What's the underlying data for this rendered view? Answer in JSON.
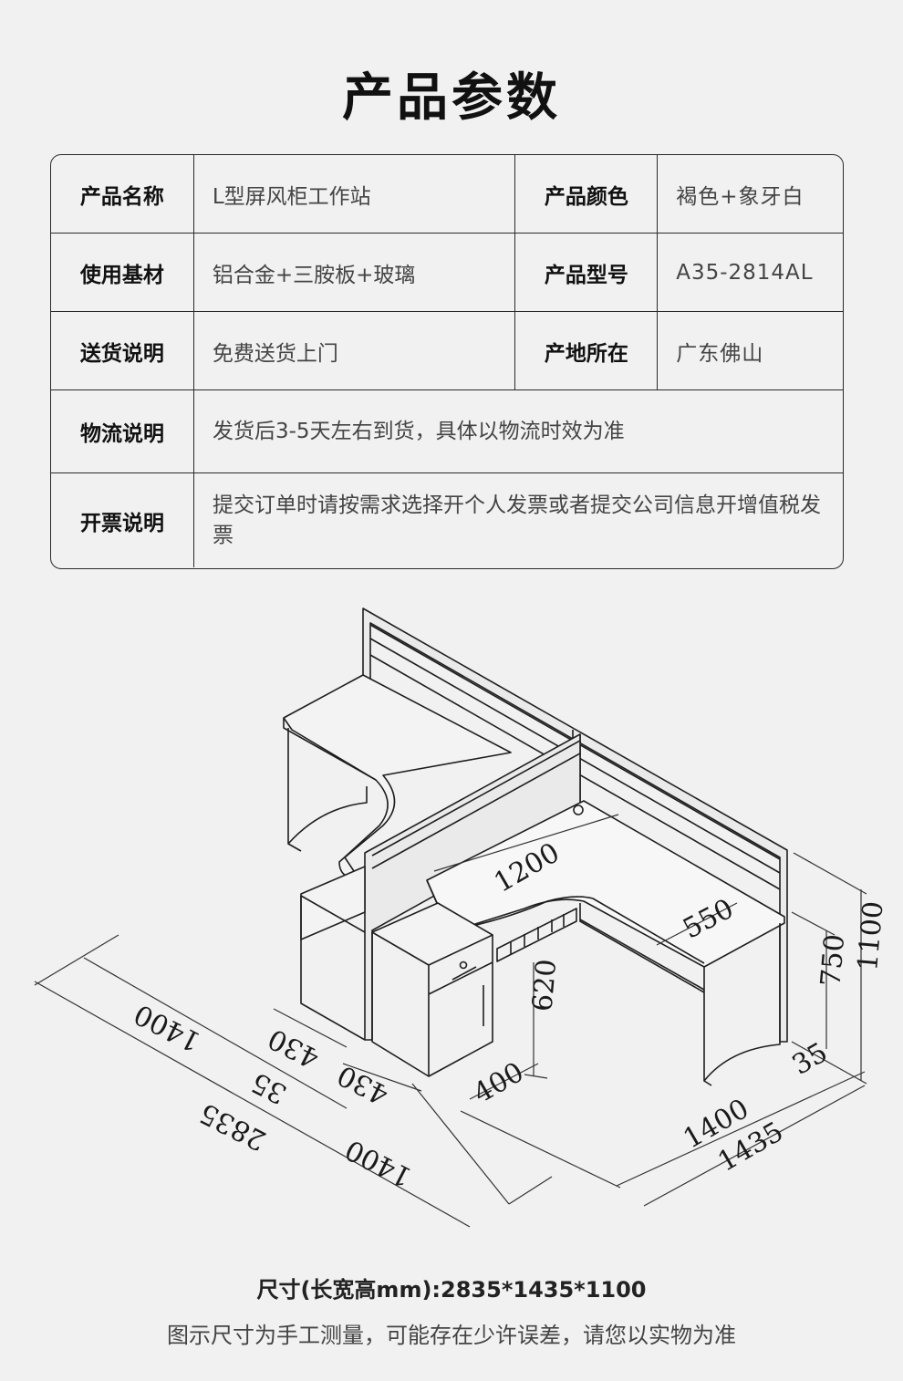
{
  "title": "产品参数",
  "specs": {
    "name_label": "产品名称",
    "name_value": "L型屏风柜工作站",
    "color_label": "产品颜色",
    "color_value": "褐色+象牙白",
    "material_label": "使用基材",
    "material_value": "铝合金+三胺板+玻璃",
    "model_label": "产品型号",
    "model_value": "A35-2814AL",
    "delivery_label": "送货说明",
    "delivery_value": "免费送货上门",
    "origin_label": "产地所在",
    "origin_value": "广东佛山",
    "logistics_label": "物流说明",
    "logistics_value": "发货后3-5天左右到货，具体以物流时效为准",
    "invoice_label": "开票说明",
    "invoice_value": "提交订单时请按需求选择开个人发票或者提交公司信息开增值税发票"
  },
  "drawing": {
    "dim_1400_left": "1400",
    "dim_35_left": "35",
    "dim_2835": "2835",
    "dim_1400_bottom": "1400",
    "dim_430_a": "430",
    "dim_430_b": "430",
    "dim_400": "400",
    "dim_620": "620",
    "dim_1200": "1200",
    "dim_550": "550",
    "dim_750": "750",
    "dim_1100": "1100",
    "dim_35_right": "35",
    "dim_1400_right": "1400",
    "dim_1435": "1435"
  },
  "size_line": "尺寸(长宽高mm):2835*1435*1100",
  "disclaimer": "图示尺寸为手工测量，可能存在少许误差，请您以实物为准"
}
